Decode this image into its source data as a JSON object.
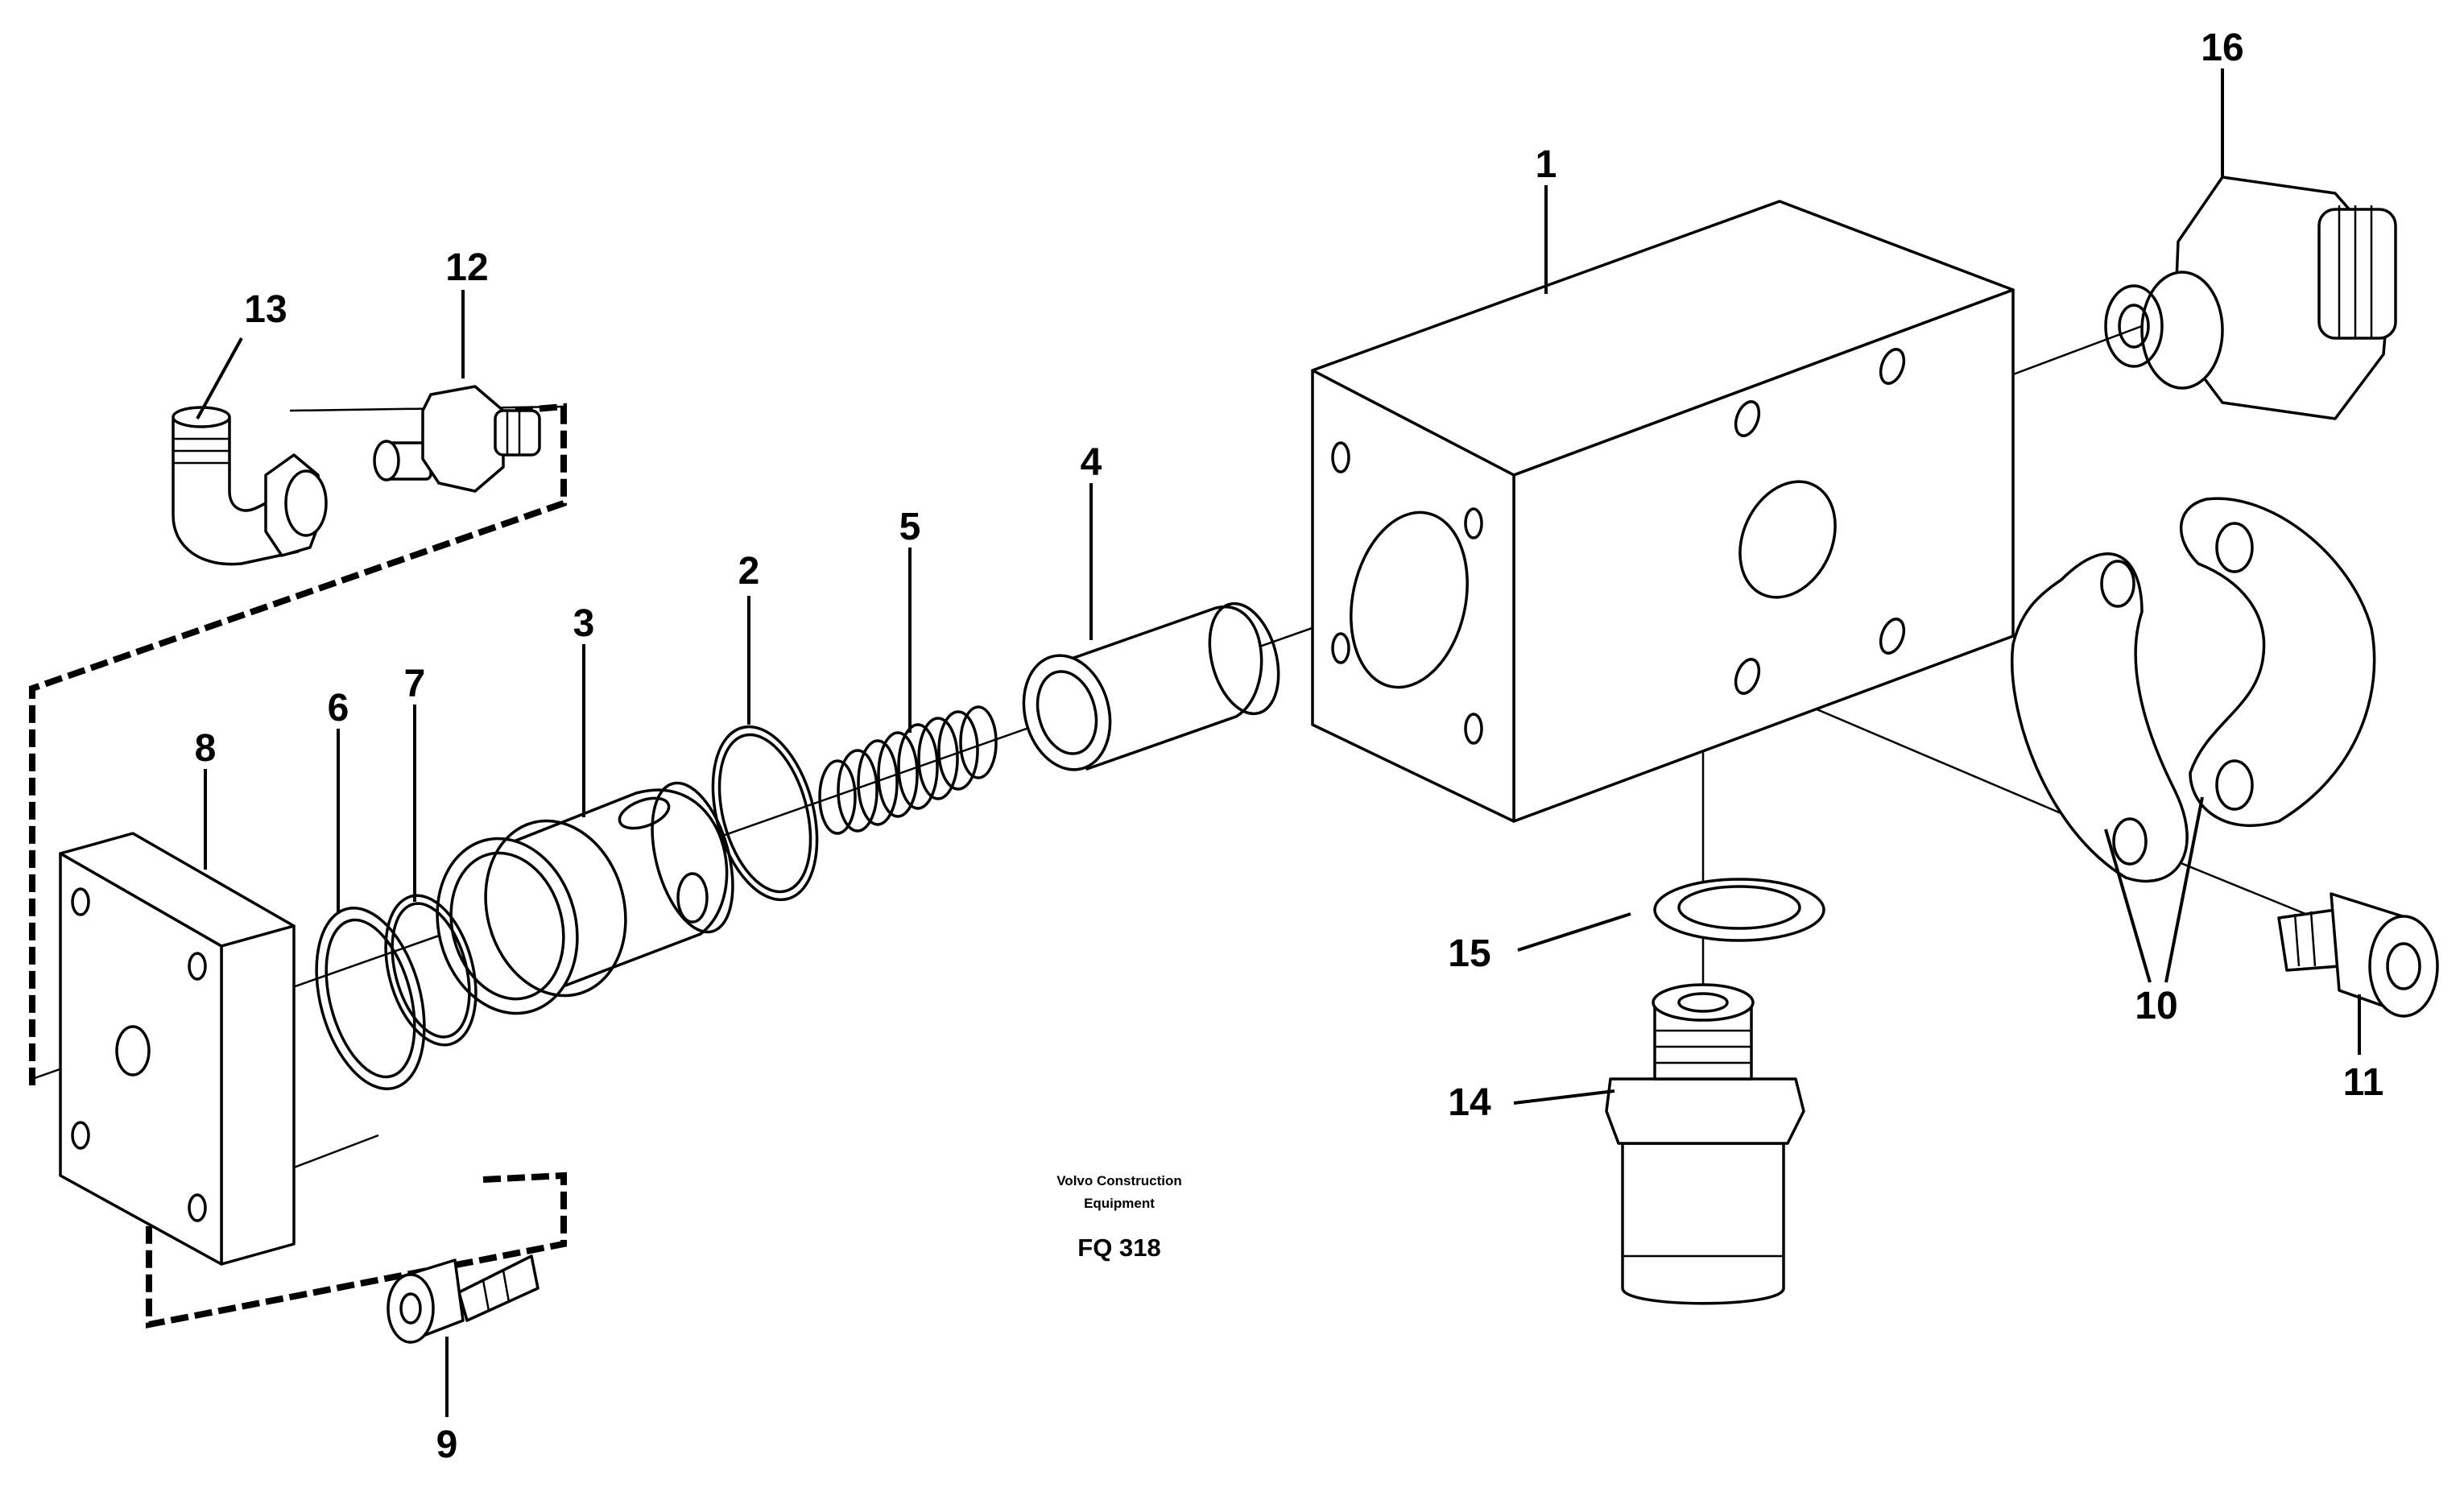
{
  "diagram": {
    "caption_line1": "Volvo Construction",
    "caption_line2": "Equipment",
    "code": "FQ 318",
    "callouts": [
      "1",
      "2",
      "3",
      "4",
      "5",
      "6",
      "7",
      "8",
      "9",
      "10",
      "11",
      "12",
      "13",
      "14",
      "15",
      "16"
    ]
  }
}
